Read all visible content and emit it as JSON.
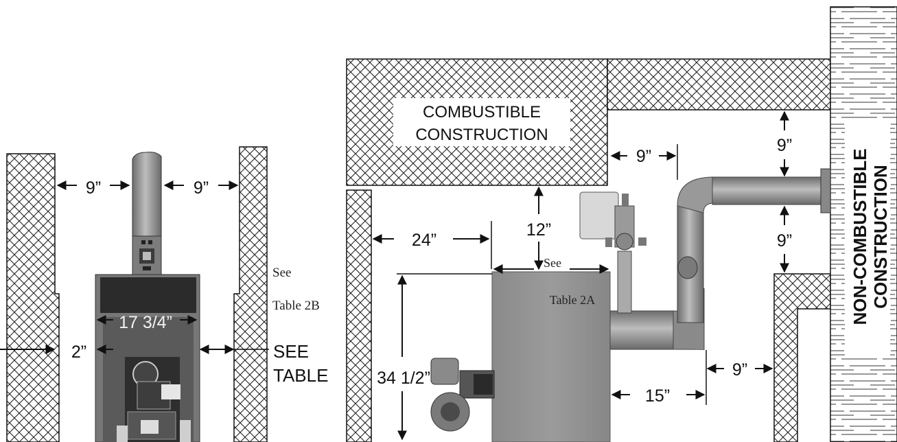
{
  "labels": {
    "combustible_line1": "COMBUSTIBLE",
    "combustible_line2": "CONSTRUCTION",
    "noncombustible_line1": "NON-COMBUSTIBLE",
    "noncombustible_line2": "CONSTRUCTION",
    "see_table_line1": "SEE",
    "see_table_line2": "TABLE",
    "see_table2b_line1": "See",
    "see_table2b_line2": "Table 2B",
    "see_table2a_line1": "See",
    "see_table2a_line2": "Table 2A"
  },
  "dimensions": {
    "front_left_9": "9”",
    "front_right_9": "9”",
    "front_width": "17 3/4”",
    "front_2": "2”",
    "side_24": "24”",
    "side_12": "12”",
    "side_top_9": "9”",
    "side_pipe_upper_9": "9”",
    "side_pipe_lower_9": "9”",
    "side_height": "34 1/2”",
    "side_15": "15”",
    "side_bottom_9": "9”"
  },
  "colors": {
    "hatch": "#222222",
    "boiler": "#8d8d8d",
    "pipe": "#9a9a9a",
    "line": "#111111"
  }
}
